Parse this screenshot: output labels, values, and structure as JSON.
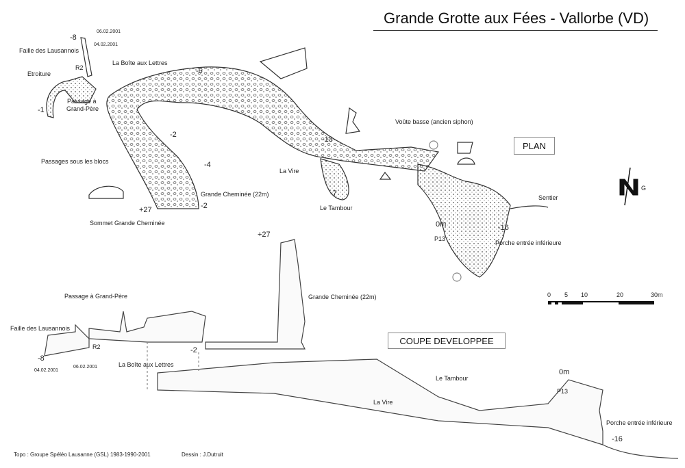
{
  "title": "Grande Grotte aux Fées  -  Vallorbe (VD)",
  "plan": {
    "heading": "PLAN",
    "labels": {
      "date1": "06.02.2001",
      "depth_m8": "-8",
      "date2": "04.02.2001",
      "faille": "Faille des Lausannois",
      "r2": "R2",
      "boite": "La Boîte aux Lettres",
      "depth_m6": "-6",
      "etroiture": "Etroiture",
      "depth_m1": "-1",
      "passage1": "Passage à",
      "passage2": "Grand-Père",
      "depth_m2a": "-2",
      "passages_blocs": "Passages sous les blocs",
      "depth_m4": "-4",
      "grande_cheminee": "Grande Cheminée (22m)",
      "depth_p27": "+27",
      "depth_m2b": "-2",
      "sommet": "Sommet Grande Cheminée",
      "depth_m13": "-13",
      "la_vire": "La Vire",
      "depth_m7": "-7",
      "le_tambour": "Le Tambour",
      "voute": "Voûte basse (ancien siphon)",
      "sentier": "Sentier",
      "north_g": "G",
      "zero": "0m",
      "depth_m16": "-16",
      "p13": "P13",
      "porche": "Porche entrée inférieure"
    }
  },
  "scale": {
    "ticks": [
      "0",
      "5",
      "10",
      "20",
      "30m"
    ]
  },
  "coupe": {
    "heading": "COUPE DEVELOPPEE",
    "labels": {
      "depth_p27": "+27",
      "grande_cheminee": "Grande Cheminée (22m)",
      "passage": "Passage à Grand-Père",
      "faille": "Faille des Lausannois",
      "r2": "R2",
      "depth_m8": "-8",
      "date2": "04.02.2001",
      "date1": "06.02.2001",
      "boite": "La Boîte aux Lettres",
      "depth_m2": "-2",
      "le_tambour": "Le Tambour",
      "zero": "0m",
      "p13": "P13",
      "la_vire": "La Vire",
      "porche": "Porche entrée inférieure",
      "depth_m16": "-16"
    }
  },
  "footer": {
    "topo": "Topo : Groupe Spéléo Lausanne (GSL) 1983-1990-2001",
    "dessin": "Dessin : J.Dutruit"
  }
}
